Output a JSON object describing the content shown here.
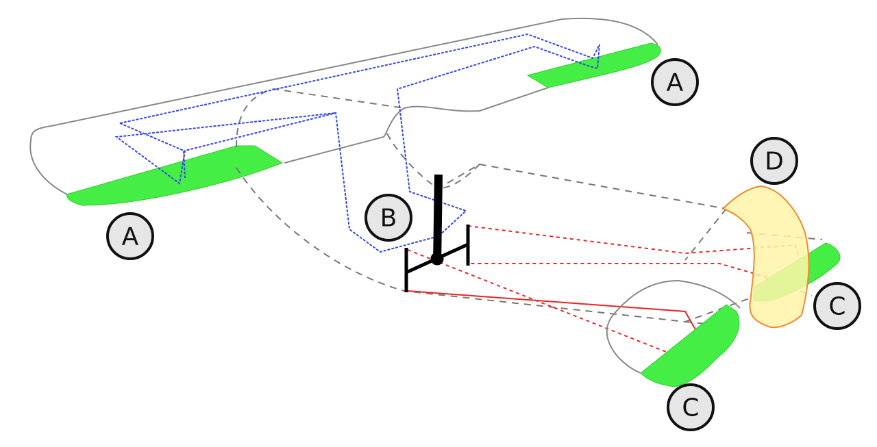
{
  "labels": {
    "aileron_right": "A",
    "aileron_left": "A",
    "control_stick": "B",
    "elevator_right": "C",
    "elevator_left": "C",
    "rudder": "D"
  },
  "colors": {
    "outline": "#808080",
    "control_surface": "#44ee44",
    "rudder_fill": "#fff5a8",
    "rudder_stroke": "#f08a30",
    "aileron_cable": "#3344ee",
    "tail_cable": "#ee2222",
    "stick": "#000000"
  }
}
